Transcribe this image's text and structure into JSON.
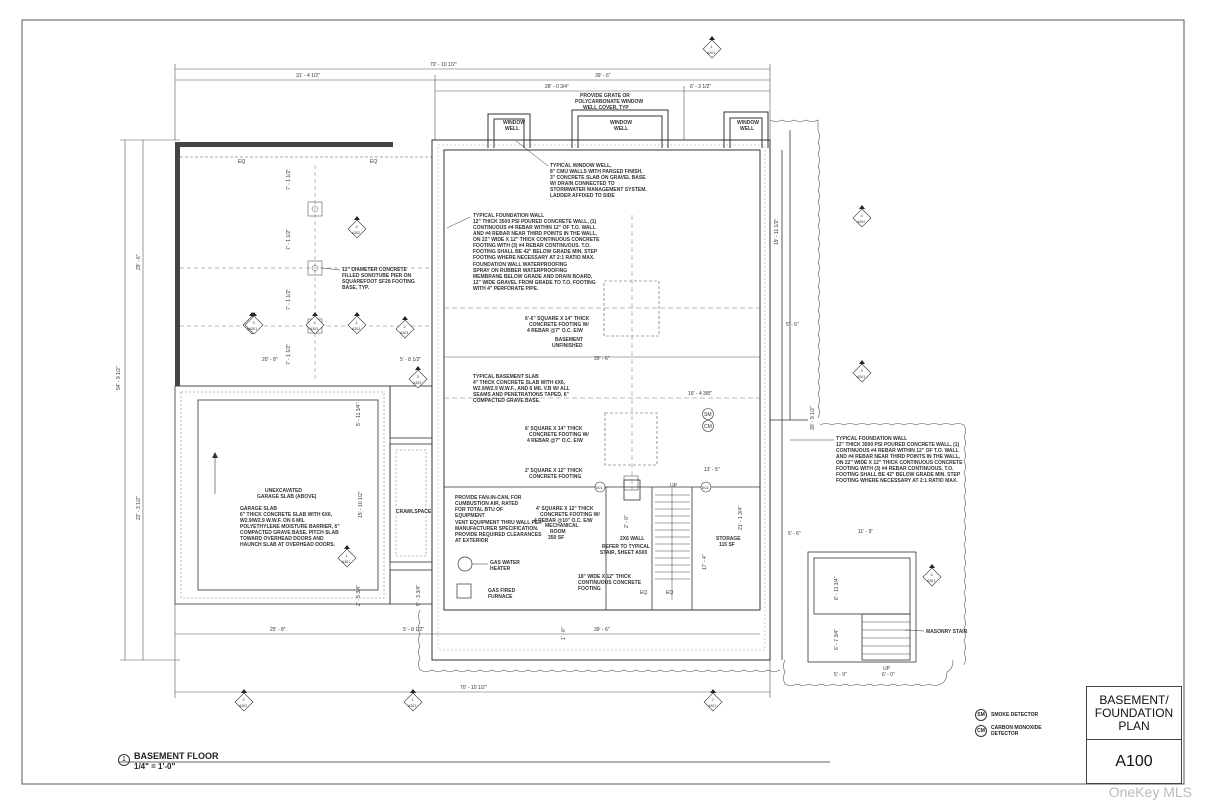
{
  "title_block": {
    "title_lines": [
      "BASEMENT/",
      "FOUNDATION",
      "PLAN"
    ],
    "sheet_number": "A100"
  },
  "drawing": {
    "number": "1",
    "title": "BASEMENT FLOOR",
    "scale": "1/4\" = 1'-0\""
  },
  "watermark": "OneKey MLS",
  "legend": {
    "smoke_symbol": "SM",
    "smoke_label": "SMOKE DETECTOR",
    "co_symbol": "CM",
    "co_label_1": "CARBON MONOXIDE",
    "co_label_2": "DETECTOR"
  },
  "dimensions": {
    "overall_top": "70' - 10 1/2\"",
    "left_top": "31' - 4 1/2\"",
    "right_top": "39' - 6\"",
    "mid_top": "28' - 0 3/4\"",
    "right_small_top": "6' - 3 1/2\"",
    "eq1": "EQ",
    "eq2": "EQ",
    "left_side_total": "54' - 9 1/2\"",
    "left_side_upper": "29' - 6\"",
    "left_side_lower": "22' - 3 1/2\"",
    "pier_spacing_1": "7' - 1 1/2\"",
    "pier_spacing_2": "7' - 1 1/2\"",
    "pier_spacing_3": "7' - 1 1/2\"",
    "pier_spacing_4": "7' - 1 1/2\"",
    "garage_offset": "20' - 8\"",
    "crawl_offset": "5' - 8 1/2\"",
    "basement_width": "39' - 6\"",
    "right_side_upper": "19' - 11 1/2\"",
    "right_side_total": "30' - 9 1/2\"",
    "right_small": "5' - 6\"",
    "stair_offset": "16' - 4 3/8\"",
    "storage_width": "13' - 5\"",
    "garage_v1": "5' - 11 3/4\"",
    "garage_v2": "15' - 10 1/2\"",
    "garage_v3": "2' - 5 3/4\"",
    "garage_width": "25' - 8\"",
    "bottom_crawl": "5' - 8 1/2\"",
    "bottom_basement": "39' - 6\"",
    "overall_bottom": "70' - 10 1/2\"",
    "entry_width": "11' - 9\"",
    "entry_v1": "6' - 11 3/4\"",
    "entry_v2": "6' - 7 3/4\"",
    "entry_b1": "5' - 9\"",
    "entry_b2": "6' - 0\"",
    "storage_v": "17' - 4\"",
    "storage_v2": "21' - 1 3/4\"",
    "mech_v": "2' - 0\"",
    "crawl_v": "5' - 3 3/4\"",
    "right_5_6": "5' - 6\"",
    "right_small_v": "1' - 6\""
  },
  "notes": {
    "window_grate": [
      "PROVIDE GRATE OR",
      "POLYCARBONATE WINDOW",
      "WELL COVER, TYP"
    ],
    "window_well_1": [
      "WINDOW",
      "WELL"
    ],
    "window_well_2": [
      "WINDOW",
      "WELL"
    ],
    "window_well_3": [
      "WINDOW",
      "WELL"
    ],
    "typical_window_well": [
      "TYPICAL WINDOW WELL,",
      "8\" CMU WALLS WITH PARGED FINISH,",
      "3\" CONCRETE SLAB ON GRAVEL BASE",
      "W/ DRAIN CONNECTED TO",
      "STORMWATER MANAGEMENT SYSTEM.",
      "LADDER AFFIXED TO SIDE"
    ],
    "foundation_wall": [
      "TYPICAL FOUNDATION WALL",
      "12\" THICK 3500 PSI POURED CONCRETE WALL, (1)",
      "CONTINUOUS #4 REBAR WITHIN 12\" OF T.O. WALL",
      "AND #4 REBAR NEAR THIRD POINTS IN THE WALL,",
      "ON 22\" WIDE X 12\" THICK CONTINUOUS CONCRETE",
      "FOOTING WITH (3) #4 REBAR CONTINUOUS. T.O.",
      "FOOTING SHALL BE 42\" BELOW GRADE MIN. STEP",
      "FOOTING WHERE NECESSARY AT 2:1 RATIO MAX."
    ],
    "waterproofing": [
      "FOUNDATION WALL WATERPROOFING",
      "SPRAY ON RUBBER WATERPROOFING",
      "MEMBRANE BELOW GRADE AND DRAIN BOARD,",
      "12\" WIDE GRAVEL FROM GRADE TO T.O. FOOTING",
      "WITH 4\" PERFORATE PIPE."
    ],
    "pier": [
      "12\" DIAMETER CONCRETE",
      "FILLED SONOTUBE PIER ON",
      "SQUAREFOOT SF28 FOOTING",
      "BASE, TYP."
    ],
    "footing_6x6": [
      "6'-6\" SQUARE X 14\" THICK",
      "CONCRETE FOOTING W/",
      "4 REBAR @7\" O.C. E/W"
    ],
    "basement_room": [
      "BASEMENT",
      "UNFINISHED"
    ],
    "basement_slab": [
      "TYPICAL BASEMENT SLAB",
      "4\" THICK CONCRETE SLAB WITH 6X6,",
      "W2.9/W2.9 W.W.F., AND 6 MIL V.B W/ ALL",
      "SEAMS AND PENETRATIONS TAPED, 6\"",
      "COMPACTED GRAVE BASE."
    ],
    "footing_6x14": [
      "6' SQUARE X 14\" THICK",
      "CONCRETE FOOTING W/",
      "4 REBAR @7\" O.C. E/W"
    ],
    "footing_2x12": [
      "2' SQUARE X 12\" THICK",
      "CONCRETE FOOTING"
    ],
    "garage": [
      "UNEXCAVATED",
      "GARAGE SLAB (ABOVE)"
    ],
    "garage_slab": [
      "GARAGE SLAB",
      "6\" THICK CONCRETE SLAB WITH 6X6,",
      "W2.9/W2.9 W.W.F. ON 6 MIL",
      "POLYETHYLENE MOISTURE BARRIER, 6\"",
      "COMPACTED GRAVE BASE. PITCH SLAB",
      "TOWARD OVERHEAD DOORS AND",
      "HAUNCH SLAB AT OVERHEAD DOORS."
    ],
    "crawlspace": "CRAWLSPACE",
    "fan_in_can": [
      "PROVIDE FAN-IN-CAN, FOR",
      "CUMBUSTION AIR, RATED",
      "FOR TOTAL BTU OF",
      "EQUIPMENT"
    ],
    "vent_equipment": [
      "VENT EQUIPMENT THRU WALL PER",
      "MANUFACTURER SPECIFICATION.",
      "PROVIDE REQUIRED CLEARANCES",
      "AT EXTERIOR"
    ],
    "footing_4x12": [
      "4' SQUARE X 12\" THICK",
      "CONCRETE FOOTING W/",
      "4 REBAR @10\" O.C. E/W"
    ],
    "mechanical_room": [
      "MECHANICAL",
      "ROOM",
      "350 SF"
    ],
    "wall_2x6": "2X6 WALL",
    "refer_stair": [
      "REFER TO TYPICAL",
      "STAIR, SHEET A500"
    ],
    "storage_room": [
      "STORAGE",
      "115 SF"
    ],
    "gas_water_heater": [
      "GAS WATER",
      "HEATER"
    ],
    "gas_furnace": [
      "GAS FIRED",
      "FURNACE"
    ],
    "footing_18x12": [
      "18\" WIDE X 12\" THICK",
      "CONTINUOUS CONCRETE",
      "FOOTING"
    ],
    "masonry_stair": "MASONRY STAIR",
    "up_label_1": "UP",
    "up_label_2": "UP",
    "door_1": "001",
    "door_2": "002",
    "eq_stair_1": "EQ",
    "eq_stair_2": "EQ",
    "sm_tag": "SM",
    "cm_tag": "CM"
  },
  "section_marks": [
    {
      "num": "1",
      "sheet": "A301"
    },
    {
      "num": "2",
      "sheet": "A302"
    },
    {
      "num": "3",
      "sheet": "A303"
    },
    {
      "num": "4",
      "sheet": "A303"
    },
    {
      "num": "1",
      "sheet": "A303"
    },
    {
      "num": "2",
      "sheet": "A303"
    },
    {
      "num": "3",
      "sheet": "A302"
    },
    {
      "num": "4",
      "sheet": "A302"
    },
    {
      "num": "3",
      "sheet": "A301"
    },
    {
      "num": "4",
      "sheet": "A301"
    },
    {
      "num": "1",
      "sheet": "A301"
    },
    {
      "num": "2",
      "sheet": "A302"
    },
    {
      "num": "1",
      "sheet": "A301"
    },
    {
      "num": "2",
      "sheet": "A301"
    },
    {
      "num": "3",
      "sheet": "A301"
    }
  ]
}
